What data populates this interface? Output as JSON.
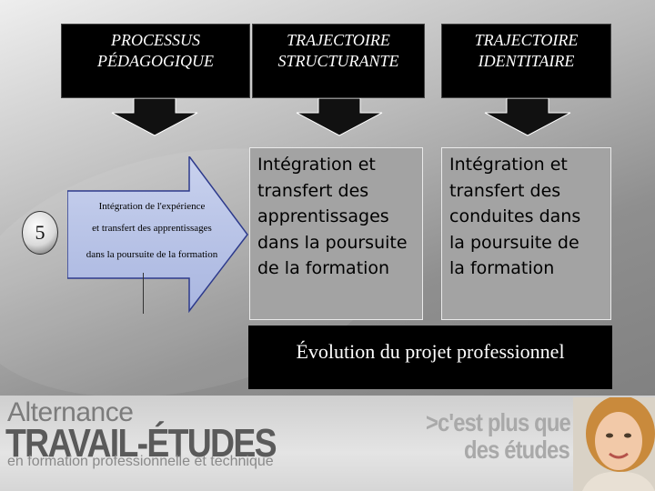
{
  "headers": [
    {
      "line1": "PROCESSUS",
      "line2": "PÉDAGOGIQUE"
    },
    {
      "line1": "TRAJECTOIRE",
      "line2": "STRUCTURANTE"
    },
    {
      "line1": "TRAJECTOIRE",
      "line2": "IDENTITAIRE"
    }
  ],
  "step_number": "5",
  "arrow_lines": [
    "Intégration de l'expérience",
    "et transfert des apprentissages",
    "dans la poursuite de la formation"
  ],
  "content_boxes": [
    {
      "lines": [
        "Intégration et",
        "transfert des",
        "apprentissages",
        "dans la poursuite",
        "de la formation"
      ]
    },
    {
      "lines": [
        "Intégration et",
        "transfert des",
        "conduites dans",
        "la poursuite de",
        "la formation"
      ]
    }
  ],
  "evolution_text": "Évolution du projet professionnel",
  "footer": {
    "logo_top": "Alternance",
    "logo_main": "TRAVAIL-ÉTUDES",
    "logo_sub": "en formation professionnelle et technique",
    "slogan_line1": ">c'est plus que",
    "slogan_line2": "des études"
  },
  "colors": {
    "header_bg": "#000000",
    "content_bg": "#a3a3a3",
    "arrow_fill": "#b7c3e6",
    "arrow_stroke": "#2d3a8c"
  }
}
